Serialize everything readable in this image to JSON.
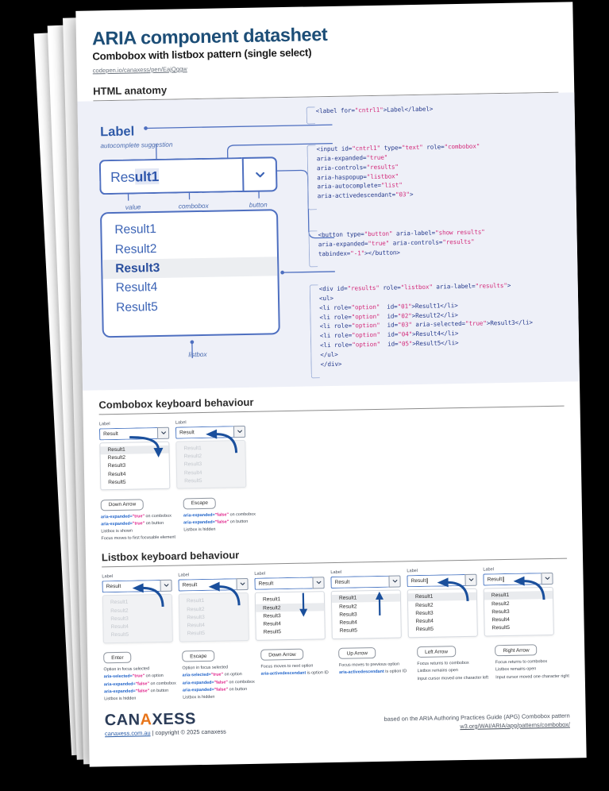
{
  "doc": {
    "title": "ARIA component datasheet",
    "subtitle": "Combobox with listbox pattern (single select)",
    "source_link": "codepen.io/canaxess/pen/EajQggw"
  },
  "sections": {
    "anatomy_title": "HTML anatomy",
    "combobox_title": "Combobox keyboard behaviour",
    "listbox_title": "Listbox keyboard behaviour"
  },
  "diagram": {
    "label_text": "Label",
    "caption_autocomplete": "autocomplete suggestion",
    "caption_value": "value",
    "caption_combobox": "combobox",
    "caption_button": "button",
    "caption_listbox": "listbox",
    "input_value_plain": "Res",
    "input_value_suggest": "ult1",
    "chevron_icon": "chevron-down-icon",
    "options": [
      {
        "label": "Result1",
        "selected": false
      },
      {
        "label": "Result2",
        "selected": false
      },
      {
        "label": "Result3",
        "selected": true
      },
      {
        "label": "Result4",
        "selected": false
      },
      {
        "label": "Result5",
        "selected": false
      }
    ]
  },
  "code_blocks": [
    {
      "name": "label-code",
      "lines": [
        [
          {
            "t": "<label for="
          },
          {
            "v": "\"cntrl1\""
          },
          {
            "t": ">Label</label>"
          }
        ]
      ]
    },
    {
      "name": "input-code",
      "lines": [
        [
          {
            "t": "<input id="
          },
          {
            "v": "\"cntrl1\""
          },
          {
            "t": " type="
          },
          {
            "v": "\"text\""
          },
          {
            "t": " role="
          },
          {
            "v": "\"combobox\""
          }
        ],
        [
          {
            "t": "aria-expanded="
          },
          {
            "v": "\"true\""
          }
        ],
        [
          {
            "t": "aria-controls="
          },
          {
            "v": "\"results\""
          }
        ],
        [
          {
            "t": "aria-haspopup="
          },
          {
            "v": "\"listbox\""
          }
        ],
        [
          {
            "t": "aria-autocomplete="
          },
          {
            "v": "\"list\""
          }
        ],
        [
          {
            "t": "aria-activedescendant="
          },
          {
            "v": "\"03\""
          },
          {
            "t": ">"
          }
        ]
      ]
    },
    {
      "name": "button-code",
      "lines": [
        [
          {
            "t": "<button type="
          },
          {
            "v": "\"button\""
          },
          {
            "t": " aria-label="
          },
          {
            "v": "\"show results\""
          }
        ],
        [
          {
            "t": "aria-expanded="
          },
          {
            "v": "\"true\""
          },
          {
            "t": " aria-controls="
          },
          {
            "v": "\"results\""
          }
        ],
        [
          {
            "t": "tabindex="
          },
          {
            "v": "\"-1\""
          },
          {
            "t": "></button>"
          }
        ]
      ]
    },
    {
      "name": "listbox-code",
      "lines": [
        [
          {
            "t": "<div id="
          },
          {
            "v": "\"results\""
          },
          {
            "t": " role="
          },
          {
            "v": "\"listbox\""
          },
          {
            "t": " aria-label="
          },
          {
            "v": "\"results\""
          },
          {
            "t": ">"
          }
        ],
        [
          {
            "t": "<ul>"
          }
        ],
        [
          {
            "t": "<li role="
          },
          {
            "v": "\"option\""
          },
          {
            "t": "  id="
          },
          {
            "v": "\"01\""
          },
          {
            "t": ">Result1</li>"
          }
        ],
        [
          {
            "t": "<li role="
          },
          {
            "v": "\"option\""
          },
          {
            "t": "  id="
          },
          {
            "v": "\"02\""
          },
          {
            "t": ">Result2</li>"
          }
        ],
        [
          {
            "t": "<li role="
          },
          {
            "v": "\"option\""
          },
          {
            "t": "  id="
          },
          {
            "v": "\"03\""
          },
          {
            "t": " aria-selected="
          },
          {
            "v": "\"true\""
          },
          {
            "t": ">Result3</li>"
          }
        ],
        [
          {
            "t": "<li role="
          },
          {
            "v": "\"option\""
          },
          {
            "t": "  id="
          },
          {
            "v": "\"04\""
          },
          {
            "t": ">Result4</li>"
          }
        ],
        [
          {
            "t": "<li role="
          },
          {
            "v": "\"option\""
          },
          {
            "t": "  id="
          },
          {
            "v": "\"05\""
          },
          {
            "t": ">Result5</li>"
          }
        ],
        [
          {
            "t": "</ul>"
          }
        ],
        [
          {
            "t": "</div>"
          }
        ]
      ]
    }
  ],
  "combobox_behaviour": {
    "widgets": [
      {
        "label": "Label",
        "value": "Result",
        "caret": false,
        "dim": false,
        "highlight_index": 0,
        "arrow": "down-curve",
        "options": [
          "Result1",
          "Result2",
          "Result3",
          "Result4",
          "Result5"
        ]
      },
      {
        "label": "Label",
        "value": "Result",
        "caret": false,
        "dim": true,
        "highlight_index": -1,
        "arrow": "left-curve",
        "options": [
          "Result1",
          "Result2",
          "Result3",
          "Result4",
          "Result5"
        ]
      }
    ],
    "keys": [
      {
        "cap": "Down Arrow",
        "lines": [
          {
            "attr": "aria-expanded=",
            "val": "\"true\"",
            "rest": " on combobox"
          },
          {
            "attr": "aria-expanded=",
            "val": "\"true\"",
            "rest": " on button"
          },
          {
            "attr": "",
            "val": "",
            "rest": "Listbox is shown"
          },
          {
            "attr": "",
            "val": "",
            "rest": "Focus moves to first focusable element"
          }
        ]
      },
      {
        "cap": "Escape",
        "lines": [
          {
            "attr": "aria-expanded=",
            "val": "\"false\"",
            "rest": " on combobox"
          },
          {
            "attr": "aria-expanded=",
            "val": "\"false\"",
            "rest": " on button"
          },
          {
            "attr": "",
            "val": "",
            "rest": "Listbox is hidden"
          }
        ]
      }
    ]
  },
  "listbox_behaviour": {
    "widgets": [
      {
        "label": "Label",
        "value": "Result",
        "caret": false,
        "dim": true,
        "highlight_index": -1,
        "arrow": "left-curve",
        "options": [
          "Result1",
          "Result2",
          "Result3",
          "Result4",
          "Result5"
        ]
      },
      {
        "label": "Label",
        "value": "Result",
        "caret": false,
        "dim": true,
        "highlight_index": -1,
        "arrow": "left-curve",
        "options": [
          "Result1",
          "Result2",
          "Result3",
          "Result4",
          "Result5"
        ]
      },
      {
        "label": "Label",
        "value": "Result",
        "caret": false,
        "dim": false,
        "highlight_index": 1,
        "arrow": "down-straight",
        "options": [
          "Result1",
          "Result2",
          "Result3",
          "Result4",
          "Result5"
        ]
      },
      {
        "label": "Label",
        "value": "Result",
        "caret": false,
        "dim": false,
        "highlight_index": 0,
        "arrow": "up-straight",
        "options": [
          "Result1",
          "Result2",
          "Result3",
          "Result4",
          "Result5"
        ]
      },
      {
        "label": "Label",
        "value": "Result",
        "caret": true,
        "dim": false,
        "highlight_index": 0,
        "arrow": "left-curve",
        "options": [
          "Result1",
          "Result2",
          "Result3",
          "Result4",
          "Result5"
        ]
      },
      {
        "label": "Label",
        "value": "Result",
        "caret": true,
        "dim": false,
        "highlight_index": 0,
        "arrow": "left-curve",
        "options": [
          "Result1",
          "Result2",
          "Result3",
          "Result4",
          "Result5"
        ]
      }
    ],
    "keys": [
      {
        "cap": "Enter",
        "lines": [
          {
            "attr": "",
            "val": "",
            "rest": "Option in focus selected"
          },
          {
            "attr": "aria-selected=",
            "val": "\"true\"",
            "rest": " on option"
          },
          {
            "attr": "aria-expanded=",
            "val": "\"false\"",
            "rest": " on combobox"
          },
          {
            "attr": "aria-expanded=",
            "val": "\"false\"",
            "rest": " on button"
          },
          {
            "attr": "",
            "val": "",
            "rest": "Listbox is hidden"
          }
        ]
      },
      {
        "cap": "Escape",
        "lines": [
          {
            "attr": "",
            "val": "",
            "rest": "Option in focus selected"
          },
          {
            "attr": "aria-selected=",
            "val": "\"true\"",
            "rest": " on option"
          },
          {
            "attr": "aria-expanded=",
            "val": "\"false\"",
            "rest": " on combobox"
          },
          {
            "attr": "aria-expanded=",
            "val": "\"false\"",
            "rest": " on button"
          },
          {
            "attr": "",
            "val": "",
            "rest": "Listbox is hidden"
          }
        ]
      },
      {
        "cap": "Down Arrow",
        "lines": [
          {
            "attr": "",
            "val": "",
            "rest": "Focus moves to next option"
          },
          {
            "attr": "aria-activedescendant",
            "val": "",
            "rest": " is option ID"
          }
        ]
      },
      {
        "cap": "Up Arrow",
        "lines": [
          {
            "attr": "",
            "val": "",
            "rest": "Focus moves to previous option"
          },
          {
            "attr": "aria-activedescendant",
            "val": "",
            "rest": " is option ID"
          }
        ]
      },
      {
        "cap": "Left Arrow",
        "lines": [
          {
            "attr": "",
            "val": "",
            "rest": "Focus returns to combobox"
          },
          {
            "attr": "",
            "val": "",
            "rest": "Listbox remains open"
          },
          {
            "attr": "",
            "val": "",
            "rest": "Input cursor moved one character left"
          }
        ]
      },
      {
        "cap": "Right Arrow",
        "lines": [
          {
            "attr": "",
            "val": "",
            "rest": "Focus returns to combobox"
          },
          {
            "attr": "",
            "val": "",
            "rest": "Listbox remains open"
          },
          {
            "attr": "",
            "val": "",
            "rest": "Input cursor moved one character right"
          }
        ]
      }
    ]
  },
  "footer": {
    "logo_a": "CAN",
    "logo_accent": "A",
    "logo_b": "XESS",
    "site": "canaxess.com.au",
    "copyright": " | copyright © 2025 canaxess",
    "credit_line1": "based on the ARIA Authoring Practices Guide (APG) Combobox pattern",
    "credit_line2": "w3.org/WAI/ARIA/apg/patterns/combobox/"
  },
  "ghost_sheets": {
    "logo": "CA",
    "link": "canax",
    "cells": [
      "n.",
      "lis",
      "inc",
      "ind"
    ],
    "tick": "✔",
    "cross": "✘",
    "arrow": "➤",
    "bottom_credit": "based on the ARIA Authoring Practices Guide (APG) Combobox pattern",
    "bottom_url": "w3.org/WAI/ARIA/apg/patterns/combobox/"
  },
  "colors": {
    "heading_blue": "#1d4e77",
    "diagram_blue": "#4e6fc0",
    "code_tag": "#24398c",
    "code_value": "#d32a7a",
    "panel_bg": "#eef0f8",
    "accent_orange": "#e8751a",
    "arrow_blue": "#1a4f9c"
  }
}
